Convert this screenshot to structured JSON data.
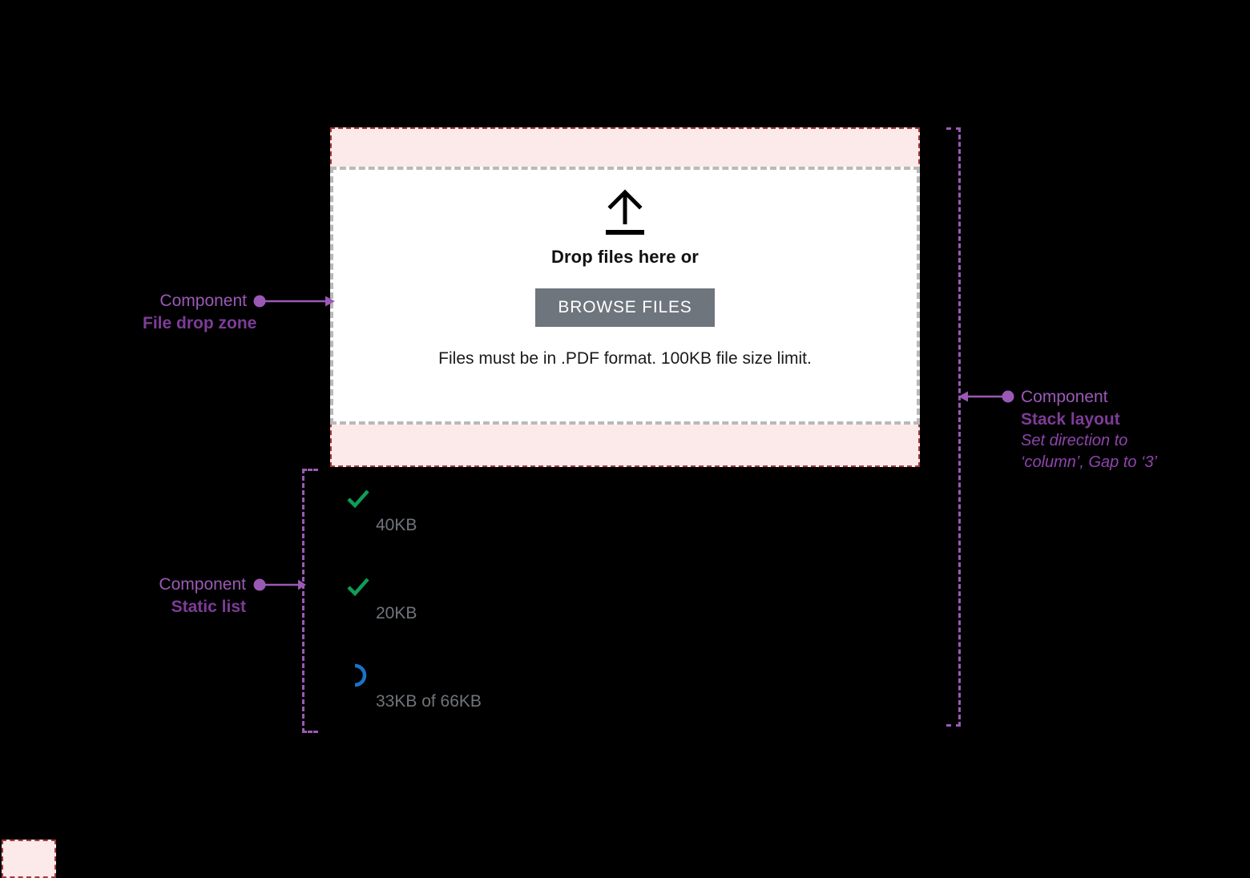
{
  "dropzone": {
    "icon": "upload-arrow-icon",
    "title": "Drop files here or",
    "browse_label": "BROWSE FILES",
    "hint": "Files must be in .PDF format. 100KB file size limit.",
    "button_color": "#6f757d",
    "spacer_color": "#fce9e9",
    "border_color": "#b9b9b9"
  },
  "file_list": [
    {
      "status_icon": "check-icon",
      "status": "complete",
      "size": "40KB"
    },
    {
      "status_icon": "check-icon",
      "status": "complete",
      "size": "20KB"
    },
    {
      "status_icon": "spinner-icon",
      "status": "uploading",
      "size": "33KB of 66KB"
    }
  ],
  "annotations": {
    "dropzone": {
      "kicker": "Component",
      "name": "File drop zone"
    },
    "static_list": {
      "kicker": "Component",
      "name": "Static list"
    },
    "stack_layout": {
      "kicker": "Component",
      "name": "Stack layout",
      "note_line1": "Set direction to",
      "note_line2": "‘column’, Gap to ‘3’"
    }
  },
  "colors": {
    "annotation_purple": "#9b59b6",
    "annotation_purple_bold": "#7d3c98",
    "spacer_pink": "#fce9e9",
    "spacer_pink_border": "#a33a3a",
    "success_green": "#0f9d58",
    "progress_blue": "#1a73c8",
    "meta_gray": "#70757a"
  }
}
